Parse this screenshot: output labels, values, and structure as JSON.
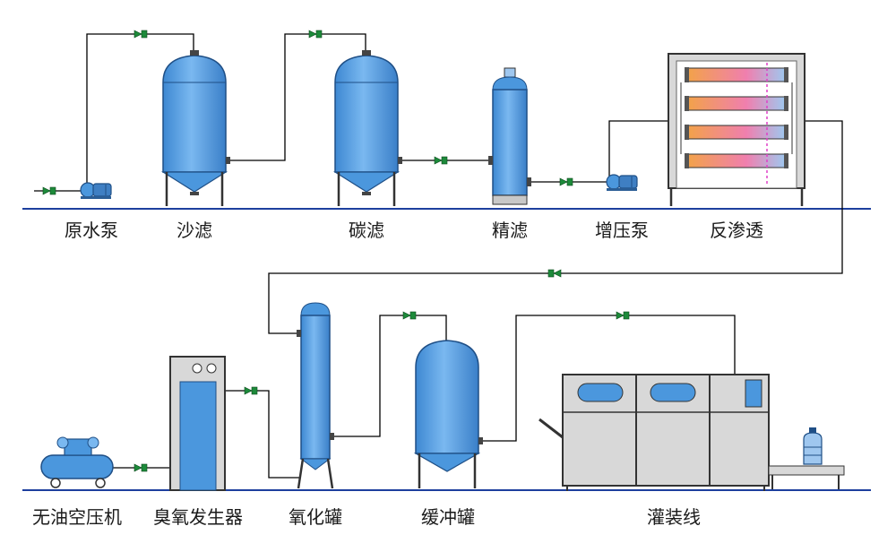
{
  "diagram": {
    "top_row": {
      "raw_water_pump": "原水泵",
      "sand_filter": "沙滤",
      "carbon_filter": "碳滤",
      "precision_filter": "精滤",
      "booster_pump": "增压泵",
      "reverse_osmosis": "反渗透"
    },
    "bottom_row": {
      "oil_free_compressor": "无油空压机",
      "ozone_generator": "臭氧发生器",
      "oxidation_tank": "氧化罐",
      "buffer_tank": "缓冲罐",
      "filling_line": "灌装线"
    }
  },
  "colors": {
    "tank_blue": "#4b97dd",
    "baseline_blue": "#1d3f9e",
    "valve_green": "#1d8a3a",
    "frame_gray": "#d8d8d8"
  }
}
